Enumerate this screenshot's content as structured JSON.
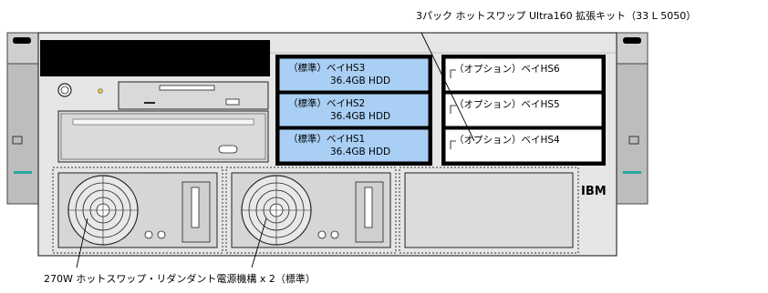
{
  "labels": {
    "top_callout": "3パック ホットスワップ Ultra160 拡張キット（33 L 5050）",
    "bottom_callout": "270W ホットスワップ・リダンダント電源機構 x 2（標準）",
    "brand": "IBM"
  },
  "standard_bays": [
    {
      "name": "（標準）ベイHS3",
      "size": "36.4GB HDD"
    },
    {
      "name": "（標準）ベイHS2",
      "size": "36.4GB HDD"
    },
    {
      "name": "（標準）ベイHS1",
      "size": "36.4GB HDD"
    }
  ],
  "option_bays": [
    {
      "name": "（オプション）ベイHS6"
    },
    {
      "name": "（オプション）ベイHS5"
    },
    {
      "name": "（オプション）ベイHS4"
    }
  ],
  "colors": {
    "chassis": "#e5e5e5",
    "rack_ear": "#c9c9c9",
    "standard_bay": "#a9cff5",
    "option_bay": "#ffffff",
    "black_panel": "#000000",
    "led_green": "#2aa6a0",
    "led_yellow": "#e8c53a"
  }
}
